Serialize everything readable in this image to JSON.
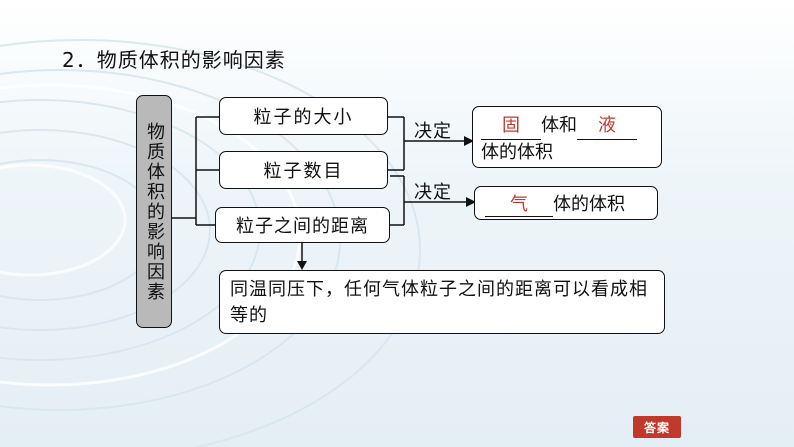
{
  "title": "2．物质体积的影响因素",
  "left_label": "物质体积的影响因素",
  "factors": [
    "粒子的大小",
    "粒子数目",
    "粒子之间的距离"
  ],
  "decide_labels": [
    "决定",
    "决定"
  ],
  "result1": {
    "blank1": "固",
    "mid": "体和",
    "blank2": "液",
    "line2": "体的体积"
  },
  "result2": {
    "blank": "气",
    "suffix": "体的体积"
  },
  "note": "同温同压下，任何气体粒子之间的距离可以看成相等的",
  "answer_button": "答案",
  "colors": {
    "accent": "#c0392b",
    "label_bg": "#b9b9b9"
  }
}
